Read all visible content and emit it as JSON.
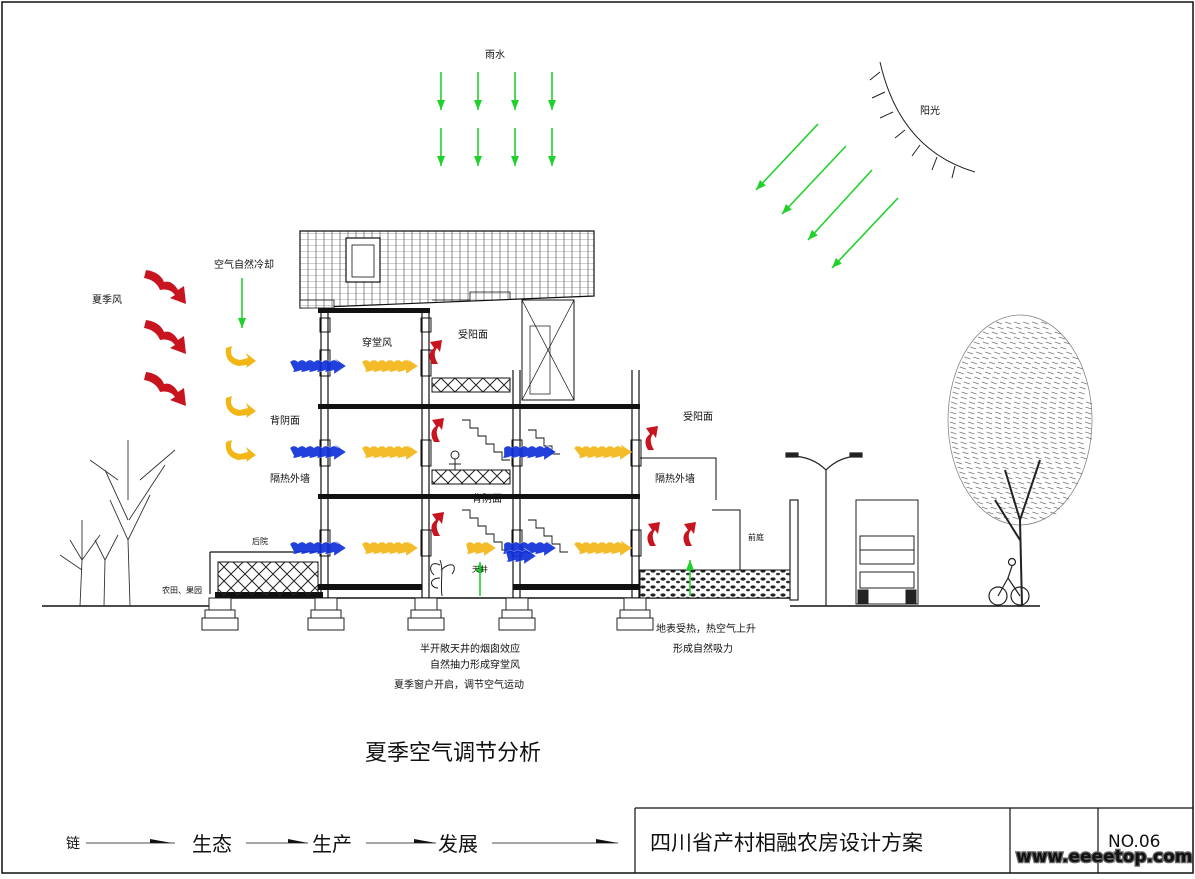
{
  "labels": {
    "rain": "雨水",
    "sun": "阳光",
    "summer_wind": "夏季风",
    "air_cooling": "空气自然冷却",
    "cross_wind": "穿堂风",
    "sunny_face_1": "受阳面",
    "sunny_face_2": "受阳面",
    "shade_face_1": "背阴面",
    "shade_face_2": "背阴面",
    "insulated_wall_1": "隔热外墙",
    "insulated_wall_2": "隔热外墙",
    "backyard": "后院",
    "front_yard": "前庭",
    "farmland": "农田、果园",
    "courtyard": "天井",
    "ground_heat_1": "地表受热，热空气上升",
    "ground_heat_2": "形成自然吸力"
  },
  "notes": [
    "半开敞天井的烟囱效应",
    "自然抽力形成穿堂风",
    "夏季窗户开启，调节空气运动"
  ],
  "diagram_title": "夏季空气调节分析",
  "footer": {
    "chain": "链",
    "step_1": "生态",
    "step_2": "生产",
    "step_3": "发展",
    "project": "四川省产村相融农房设计方案",
    "sheet_no": "NO.06",
    "watermark": "www.eeeetop.com"
  },
  "colors": {
    "green": "#1fd22a",
    "red": "#c8141e",
    "yellow": "#f2b616",
    "blue": "#1030d8",
    "line": "#111111"
  },
  "flows": {
    "summer_wind_arrows": [
      "red",
      "red",
      "red"
    ],
    "cooled_air_arrows": [
      "yellow",
      "yellow",
      "yellow"
    ],
    "through_wind_rows": [
      [
        "blue",
        "yellow",
        "red"
      ],
      [
        "blue",
        "yellow",
        "blue",
        "yellow",
        "red"
      ],
      [
        "blue",
        "yellow",
        "blue",
        "yellow",
        "red"
      ]
    ]
  }
}
